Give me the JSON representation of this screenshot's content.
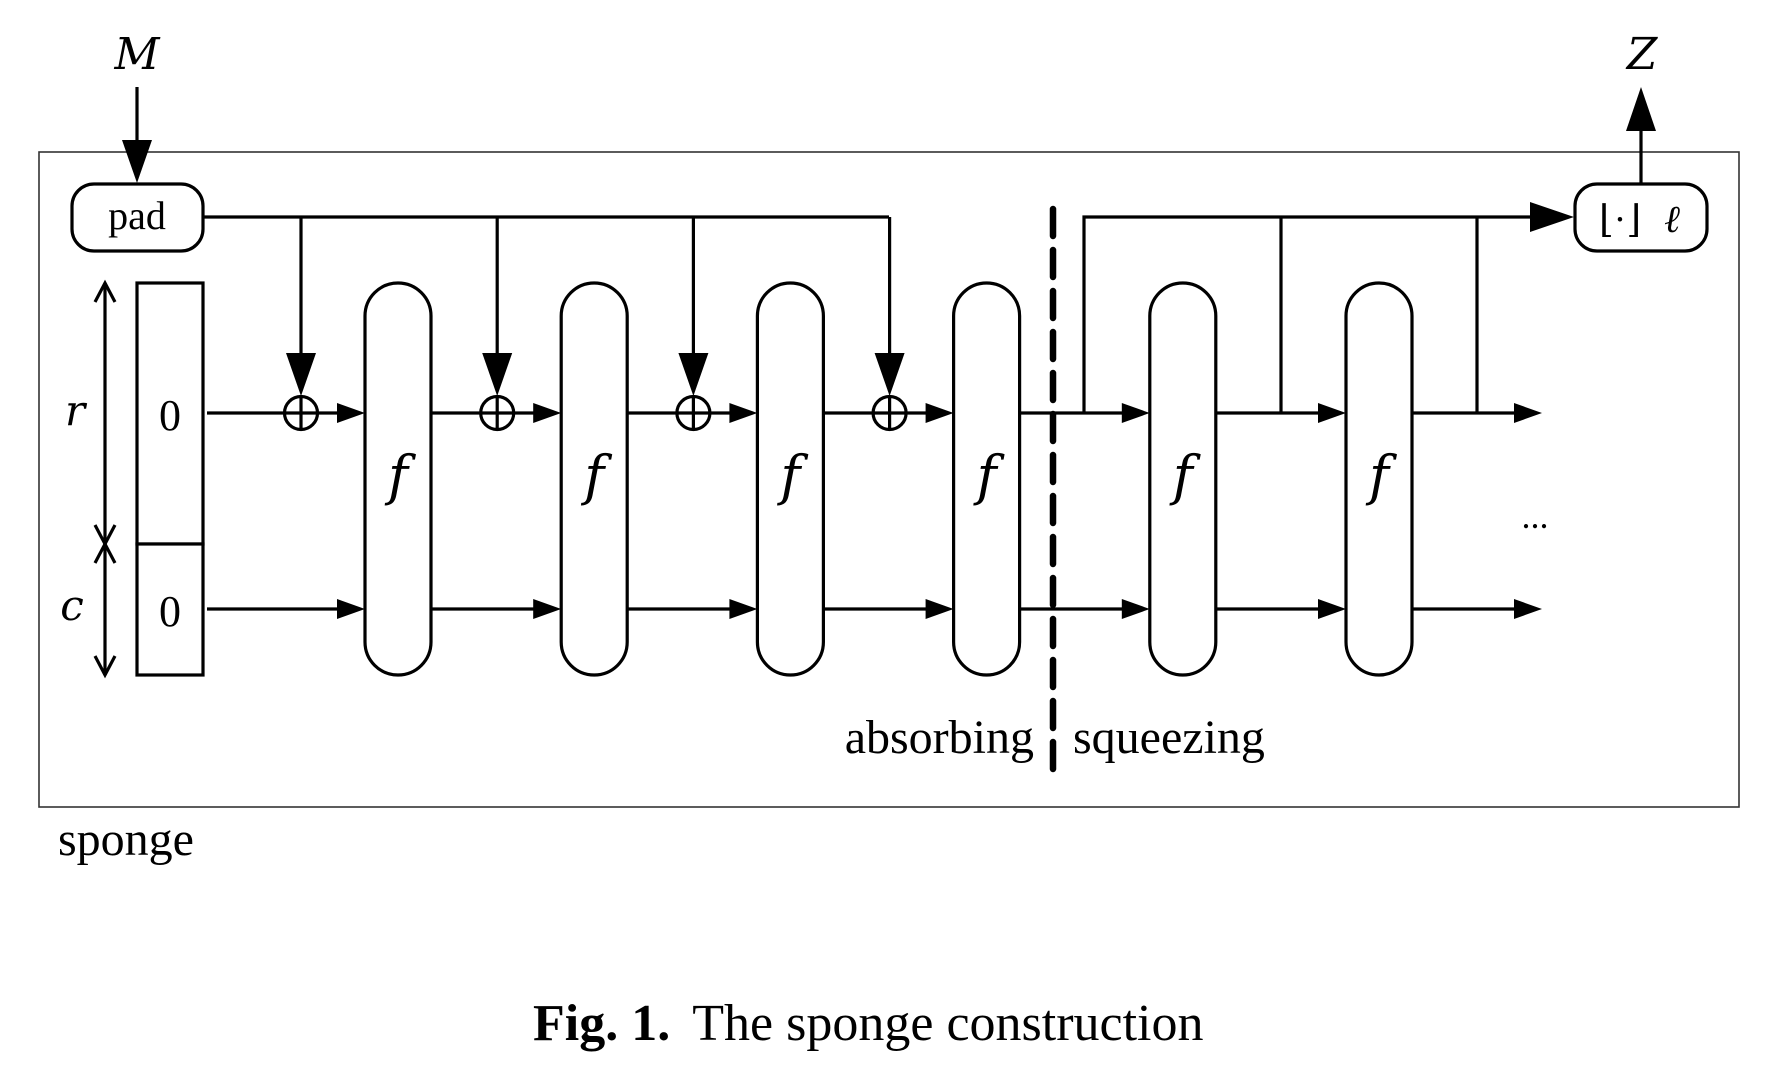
{
  "figure": {
    "title": "The sponge construction",
    "caption_label": "Fig. 1.",
    "caption_text": "The sponge construction",
    "frame_label": "sponge"
  },
  "inputs": {
    "message": "M",
    "output": "Z"
  },
  "blocks": {
    "pad": "pad",
    "truncate_bracket": "⌊·⌋",
    "truncate_length": "ℓ",
    "permutation": "f",
    "state_rate_init": "0",
    "state_capacity_init": "0"
  },
  "dimensions": {
    "rate": "r",
    "capacity": "c"
  },
  "phases": {
    "absorbing": "absorbing",
    "squeezing": "squeezing"
  },
  "continuation": "...",
  "structure": {
    "absorbing_rounds": 4,
    "squeezing_rounds": 2,
    "xor_operations": 4,
    "output_taps": 3
  }
}
